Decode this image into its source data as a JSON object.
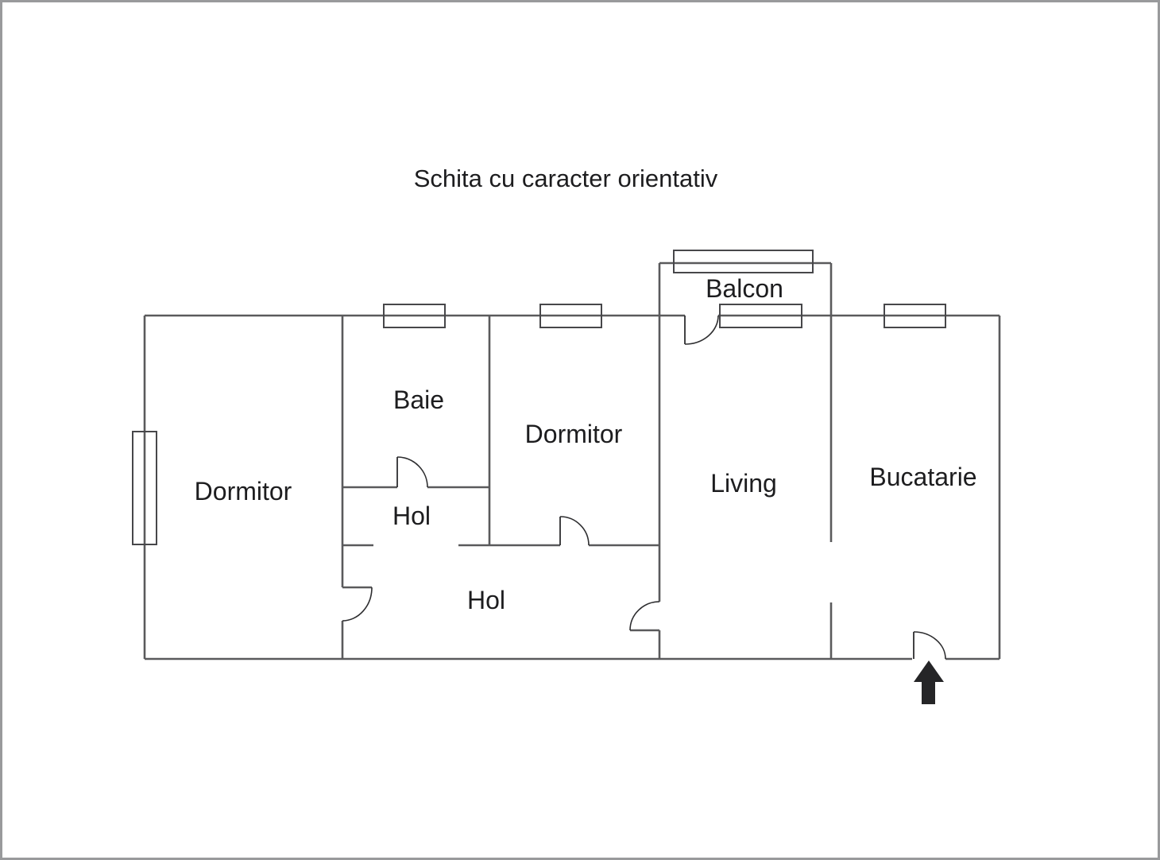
{
  "title": "Schita cu caracter orientativ",
  "rooms": [
    {
      "id": "dormitor-left",
      "label": "Dormitor"
    },
    {
      "id": "baie",
      "label": "Baie"
    },
    {
      "id": "hol-upper",
      "label": "Hol"
    },
    {
      "id": "dormitor-mid",
      "label": "Dormitor"
    },
    {
      "id": "hol-lower",
      "label": "Hol"
    },
    {
      "id": "living",
      "label": "Living"
    },
    {
      "id": "bucatarie",
      "label": "Bucatarie"
    },
    {
      "id": "balcon",
      "label": "Balcon"
    }
  ],
  "symbols": {
    "windows_count": 6,
    "doors_count": 6,
    "entrance_marker": "arrow-up"
  },
  "colors": {
    "background": "#ffffff",
    "border": "#999a9c",
    "wall": "#5a5a5c",
    "window": "#47474a",
    "line": "#2e2e30",
    "text": "#1d1d1f",
    "arrow": "#252527"
  }
}
